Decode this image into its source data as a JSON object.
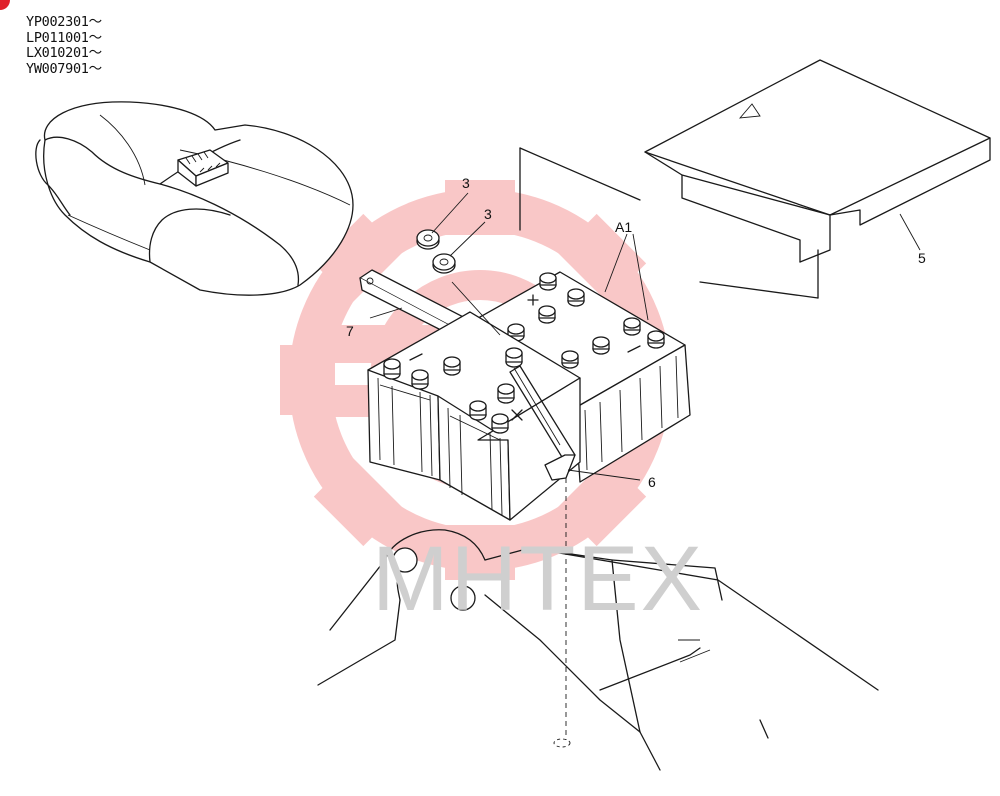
{
  "serial_ranges": [
    "YP002301～",
    "LP011001～",
    "LX010201～",
    "YW007901～"
  ],
  "callouts": {
    "nut_top": "3",
    "nut_lower": "3",
    "batteries": "A1",
    "cover": "5",
    "cable": "6",
    "hold_down_bar": "7"
  },
  "watermark": {
    "text": "MHTEX",
    "colors": {
      "gear": "#f28a8a",
      "text": "#cfcfcf"
    }
  },
  "colors": {
    "line": "#1a1a1a",
    "accent": "#e0202a"
  }
}
